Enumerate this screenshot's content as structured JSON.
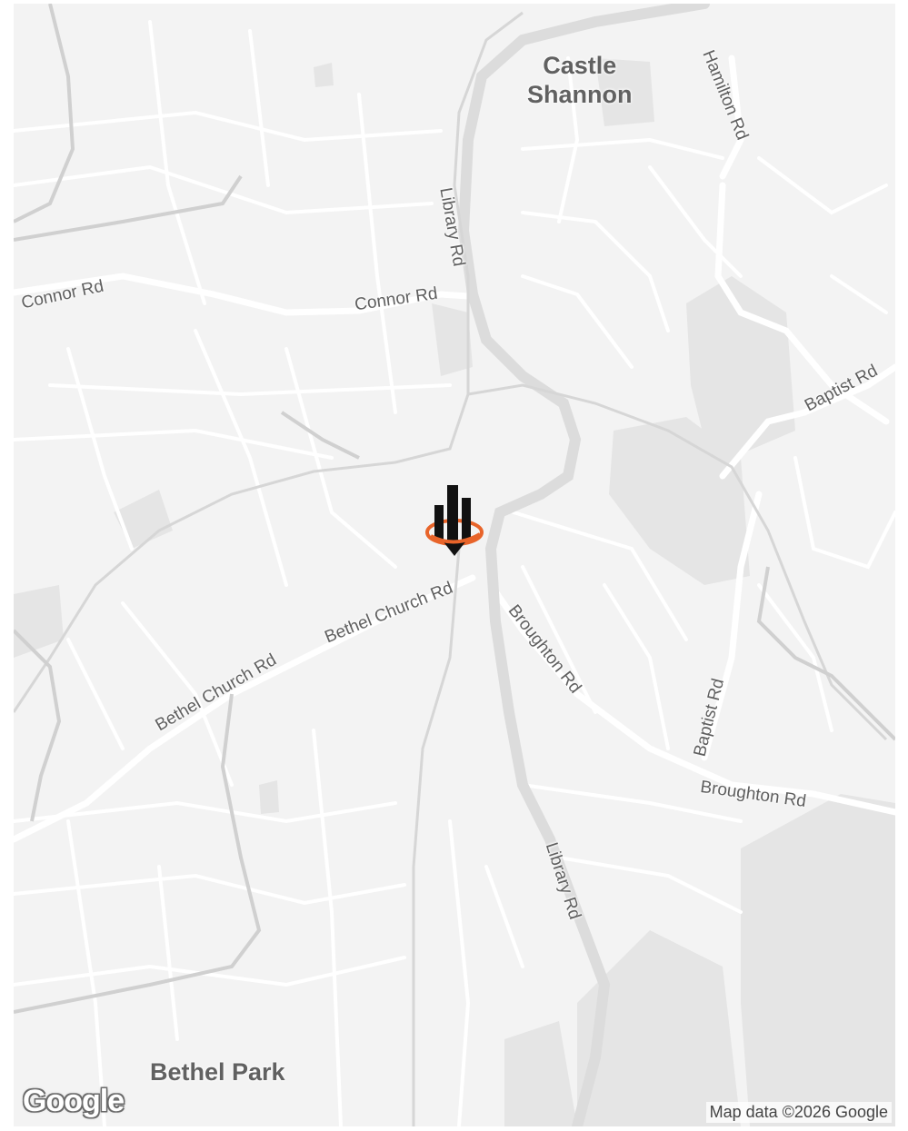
{
  "map": {
    "places": {
      "castle_shannon_line1": "Castle",
      "castle_shannon_line2": "Shannon",
      "bethel_park": "Bethel Park"
    },
    "roads": {
      "library_rd": "Library Rd",
      "connor_rd": "Connor Rd",
      "hamilton_rd": "Hamilton Rd",
      "baptist_rd": "Baptist Rd",
      "bethel_church_rd": "Bethel Church Rd",
      "broughton_rd": "Broughton Rd"
    },
    "marker_icon": "building-pin-icon",
    "logo": "Google",
    "attribution": "Map data ©2026 Google",
    "colors": {
      "land": "#f3f3f3",
      "road": "#ffffff",
      "major_road": "#dedede",
      "area": "#e4e4e4",
      "marker_accent": "#e8642a"
    }
  }
}
